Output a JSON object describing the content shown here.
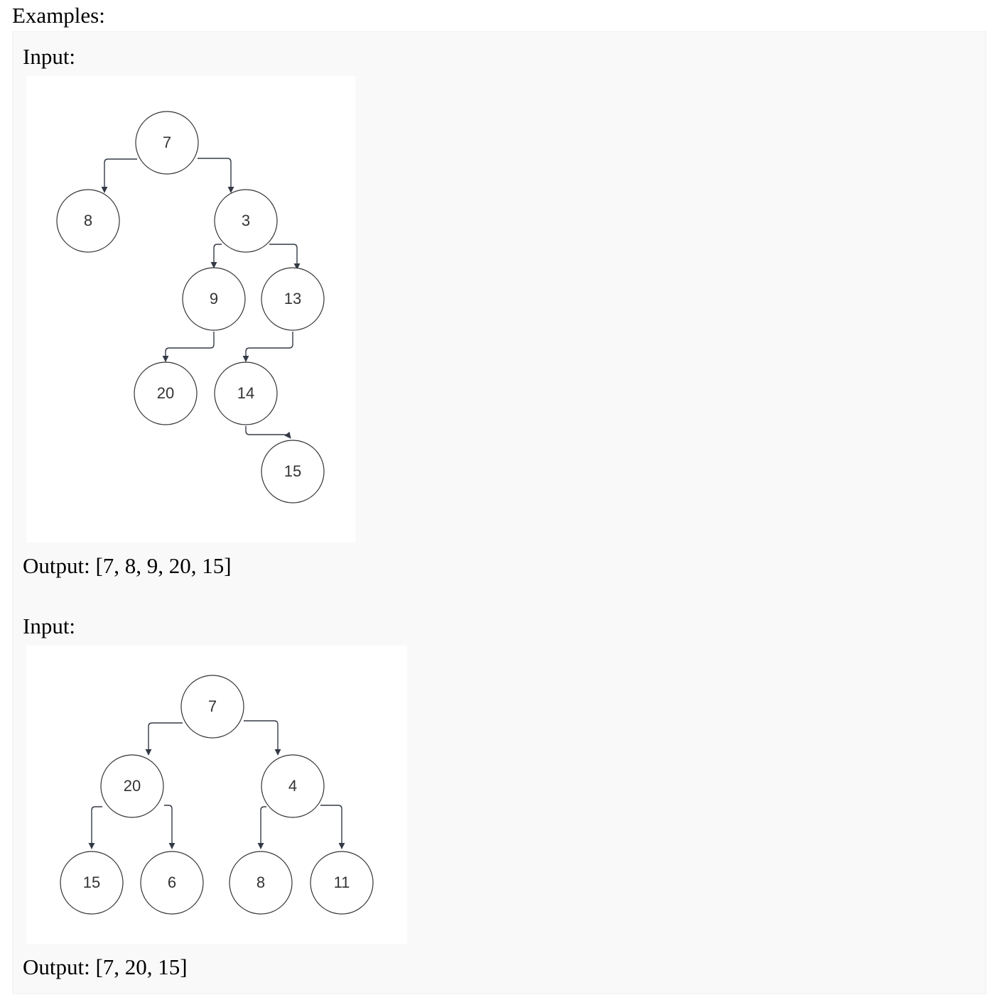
{
  "heading": "Examples:",
  "examples": [
    {
      "input_label": "Input:",
      "output_label": "Output:",
      "output_value": "[7, 8, 9, 20, 15]",
      "tree": {
        "nodes": [
          "7",
          "8",
          "3",
          "9",
          "13",
          "20",
          "14",
          "15"
        ],
        "edges": [
          [
            "7",
            "8"
          ],
          [
            "7",
            "3"
          ],
          [
            "3",
            "9"
          ],
          [
            "3",
            "13"
          ],
          [
            "9",
            "20"
          ],
          [
            "13",
            "14"
          ],
          [
            "14",
            "15"
          ]
        ]
      }
    },
    {
      "input_label": "Input:",
      "output_label": "Output:",
      "output_value": "[7, 20, 15]",
      "tree": {
        "nodes": [
          "7",
          "20",
          "4",
          "15",
          "6",
          "8",
          "11"
        ],
        "edges": [
          [
            "7",
            "20"
          ],
          [
            "7",
            "4"
          ],
          [
            "20",
            "15"
          ],
          [
            "20",
            "6"
          ],
          [
            "4",
            "8"
          ],
          [
            "4",
            "11"
          ]
        ]
      }
    }
  ]
}
